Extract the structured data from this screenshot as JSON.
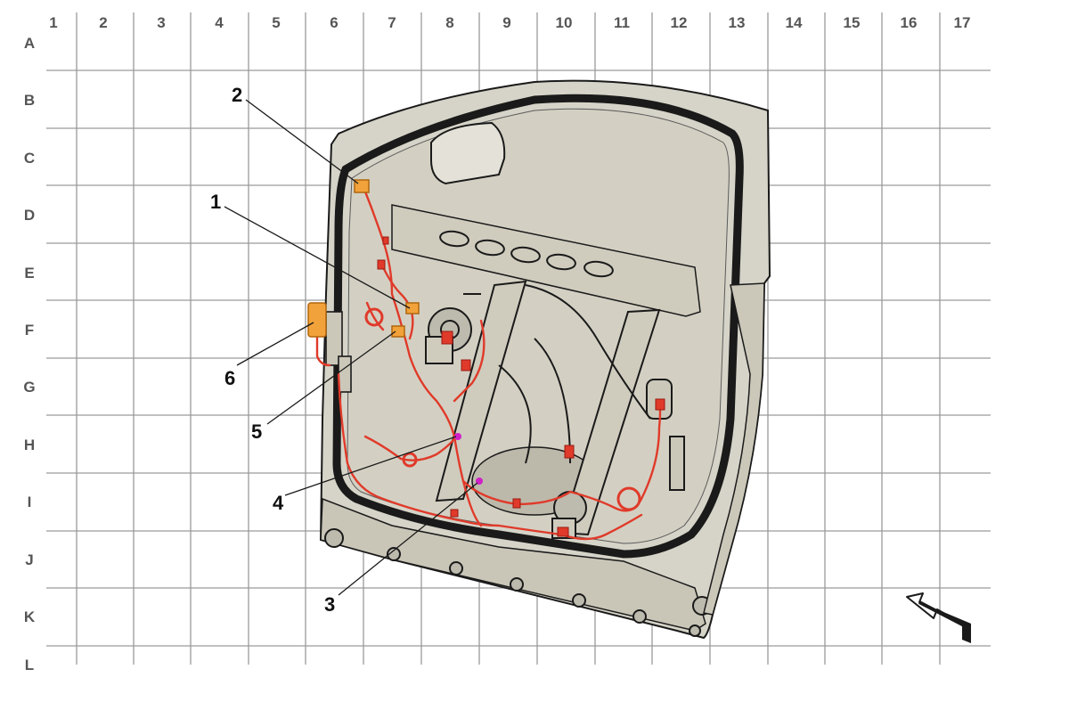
{
  "grid": {
    "columns": [
      "1",
      "2",
      "3",
      "4",
      "5",
      "6",
      "7",
      "8",
      "9",
      "10",
      "11",
      "12",
      "13",
      "14",
      "15",
      "16",
      "17"
    ],
    "rows": [
      "A",
      "B",
      "C",
      "D",
      "E",
      "F",
      "G",
      "H",
      "I",
      "J",
      "K",
      "L"
    ]
  },
  "callouts": [
    {
      "label": "1"
    },
    {
      "label": "2"
    },
    {
      "label": "3"
    },
    {
      "label": "4"
    },
    {
      "label": "5"
    },
    {
      "label": "6"
    }
  ],
  "colors": {
    "grid": "#9a9a9a",
    "panel": "#d6d4c8",
    "panel_dark": "#c6c3b5",
    "outline": "#1a1a1a",
    "harness": "#e03a2a",
    "highlight": "#f2a23a",
    "marker": "#d020c8"
  },
  "icons": {
    "direction": "arrow-up-left-icon"
  }
}
